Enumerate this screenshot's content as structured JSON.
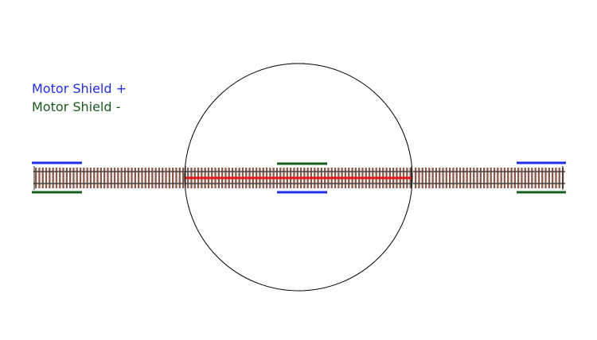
{
  "legend": {
    "plus_label": "Motor Shield +",
    "minus_label": "Motor Shield -"
  },
  "colors": {
    "plus": "#1f2ee6",
    "minus": "#1a5a1f",
    "isolated_rail": "#e01818",
    "tie": "#8b5a4a",
    "rail": "#444444",
    "turntable_outline": "#000000"
  },
  "diagram": {
    "elements": [
      "left-track-segment",
      "turntable-bridge-track",
      "right-track-segment",
      "turntable-pit",
      "left-plus-feeder",
      "left-minus-feeder",
      "bridge-minus-feeder",
      "bridge-plus-feeder",
      "right-plus-feeder",
      "right-minus-feeder",
      "bridge-isolated-rail"
    ]
  }
}
